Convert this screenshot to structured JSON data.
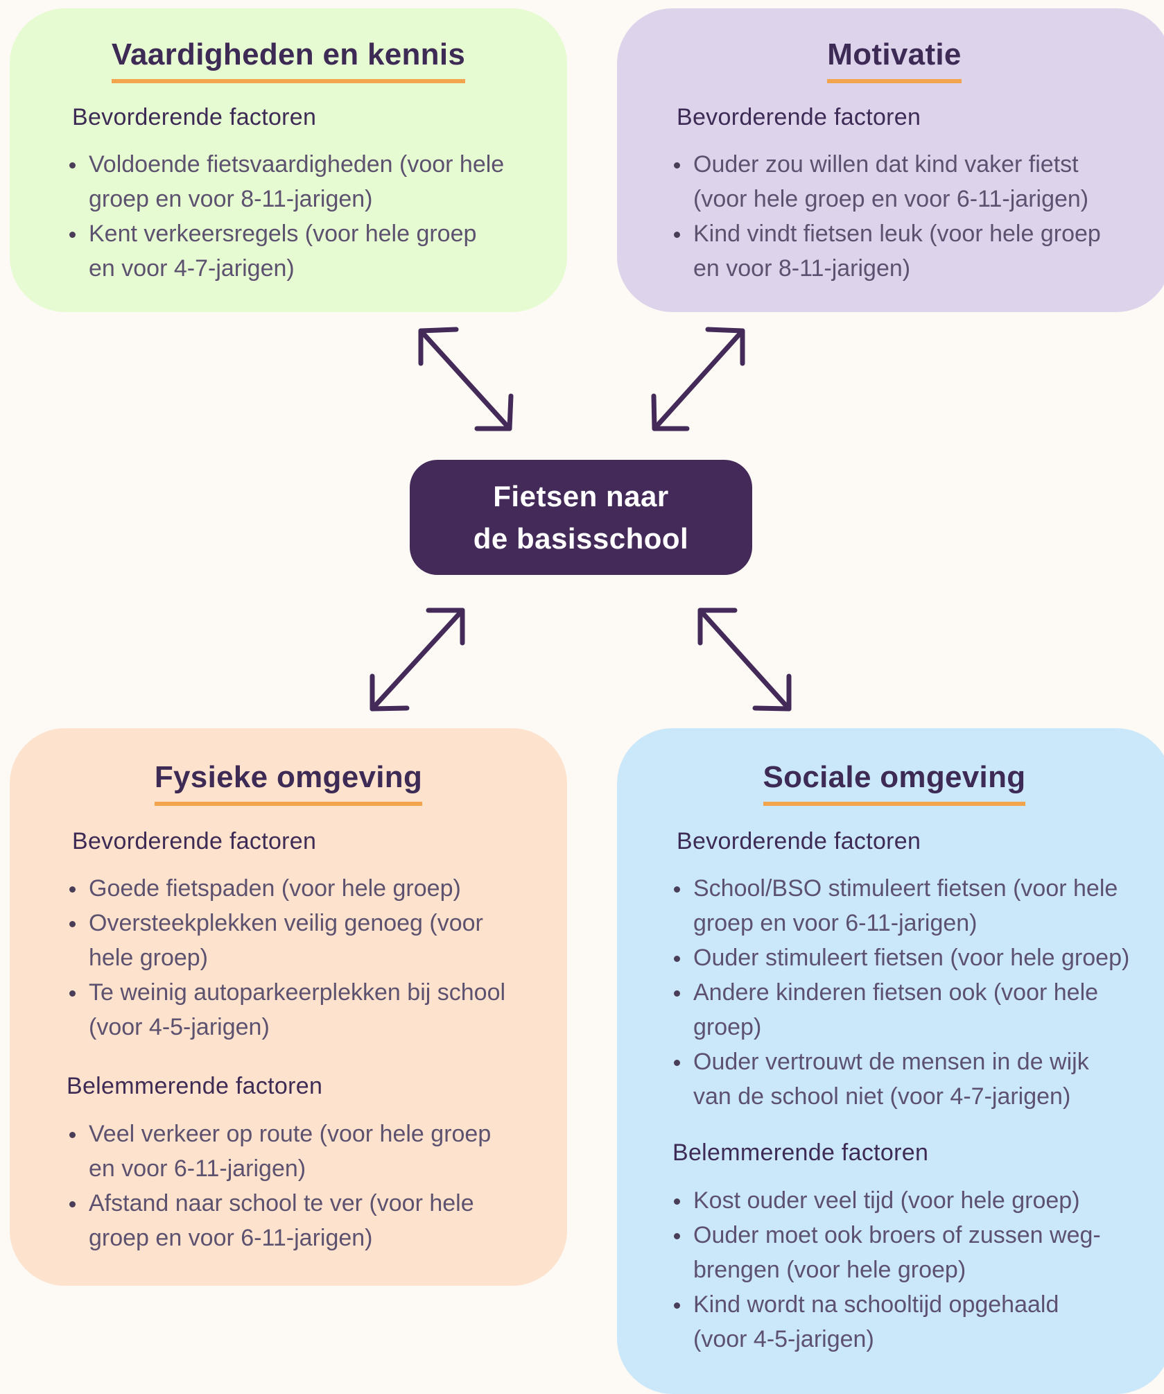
{
  "center": {
    "line1": "Fietsen naar",
    "line2": "de basisschool"
  },
  "skills": {
    "title": "Vaardigheden en kennis",
    "promoting_heading": "Bevorderende factoren",
    "promoting": [
      [
        "Voldoende fietsvaardigheden (voor hele",
        "groep en voor 8-11-jarigen)"
      ],
      [
        "Kent verkeersregels (voor hele groep",
        "en voor 4-7-jarigen)"
      ]
    ]
  },
  "motivation": {
    "title": "Motivatie",
    "promoting_heading": "Bevorderende factoren",
    "promoting": [
      [
        "Ouder zou willen dat kind vaker fietst",
        "(voor hele groep en voor 6-11-jarigen)"
      ],
      [
        "Kind vindt fietsen leuk (voor hele groep",
        "en voor 8-11-jarigen)"
      ]
    ]
  },
  "physical": {
    "title": "Fysieke omgeving",
    "promoting_heading": "Bevorderende factoren",
    "promoting": [
      [
        "Goede fietspaden (voor hele groep)"
      ],
      [
        "Oversteekplekken veilig genoeg (voor",
        "hele groep)"
      ],
      [
        "Te weinig autoparkeerplekken bij school",
        "(voor 4-5-jarigen)"
      ]
    ],
    "hindering_heading": "Belemmerende factoren",
    "hindering": [
      [
        "Veel verkeer op route (voor hele groep",
        "en voor 6-11-jarigen)"
      ],
      [
        "Afstand naar school te ver (voor hele",
        "groep en voor 6-11-jarigen)"
      ]
    ]
  },
  "social": {
    "title": "Sociale omgeving",
    "promoting_heading": "Bevorderende factoren",
    "promoting": [
      [
        "School/BSO stimuleert fietsen (voor hele",
        "groep en voor 6-11-jarigen)"
      ],
      [
        "Ouder stimuleert fietsen (voor hele groep)"
      ],
      [
        "Andere kinderen fietsen ook (voor hele",
        "groep)"
      ],
      [
        "Ouder vertrouwt de mensen in de wijk",
        "van de school niet (voor 4-7-jarigen)"
      ]
    ],
    "hindering_heading": "Belemmerende factoren",
    "hindering": [
      [
        "Kost ouder veel tijd (voor hele groep)"
      ],
      [
        "Ouder moet ook broers of zussen weg-",
        "brengen (voor hele groep)"
      ],
      [
        "Kind wordt na schooltijd opgehaald",
        "(voor 4-5-jarigen)"
      ]
    ]
  },
  "colors": {
    "skills_bg": "#e6fbd2",
    "motivation_bg": "#ddd4ec",
    "physical_bg": "#fde3cd",
    "social_bg": "#cbe8fb",
    "center_bg": "#432a58",
    "underline": "#f3a54e",
    "arrow": "#432a58"
  }
}
